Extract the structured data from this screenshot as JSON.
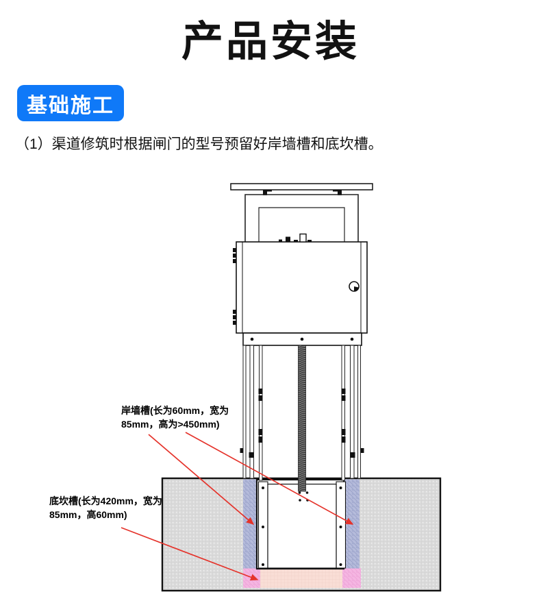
{
  "page": {
    "title": "产品安装",
    "background": "#ffffff"
  },
  "section": {
    "badge_label": "基础施工",
    "badge_color": "#0f79f8"
  },
  "steps": {
    "step1": "（1）渠道修筑时根据闸门的型号预留好岸墙槽和底坎槽。"
  },
  "diagram": {
    "labels": {
      "bank_wall_groove": "岸墙槽(长为60mm，宽为\n85mm，高为>450mm)",
      "bottom_sill_groove": "底坎槽(长为420mm，宽为\n85mm，高60mm)"
    },
    "colors": {
      "arrow_red": "#e5332b",
      "bank_wall_groove_blue": "#b5bbdb",
      "bottom_sill_groove_pink": "#f5b6e2",
      "bottom_sill_center_peach": "#f9ded6",
      "concrete_gray": "#dcdcdc",
      "line_black": "#111111"
    }
  }
}
